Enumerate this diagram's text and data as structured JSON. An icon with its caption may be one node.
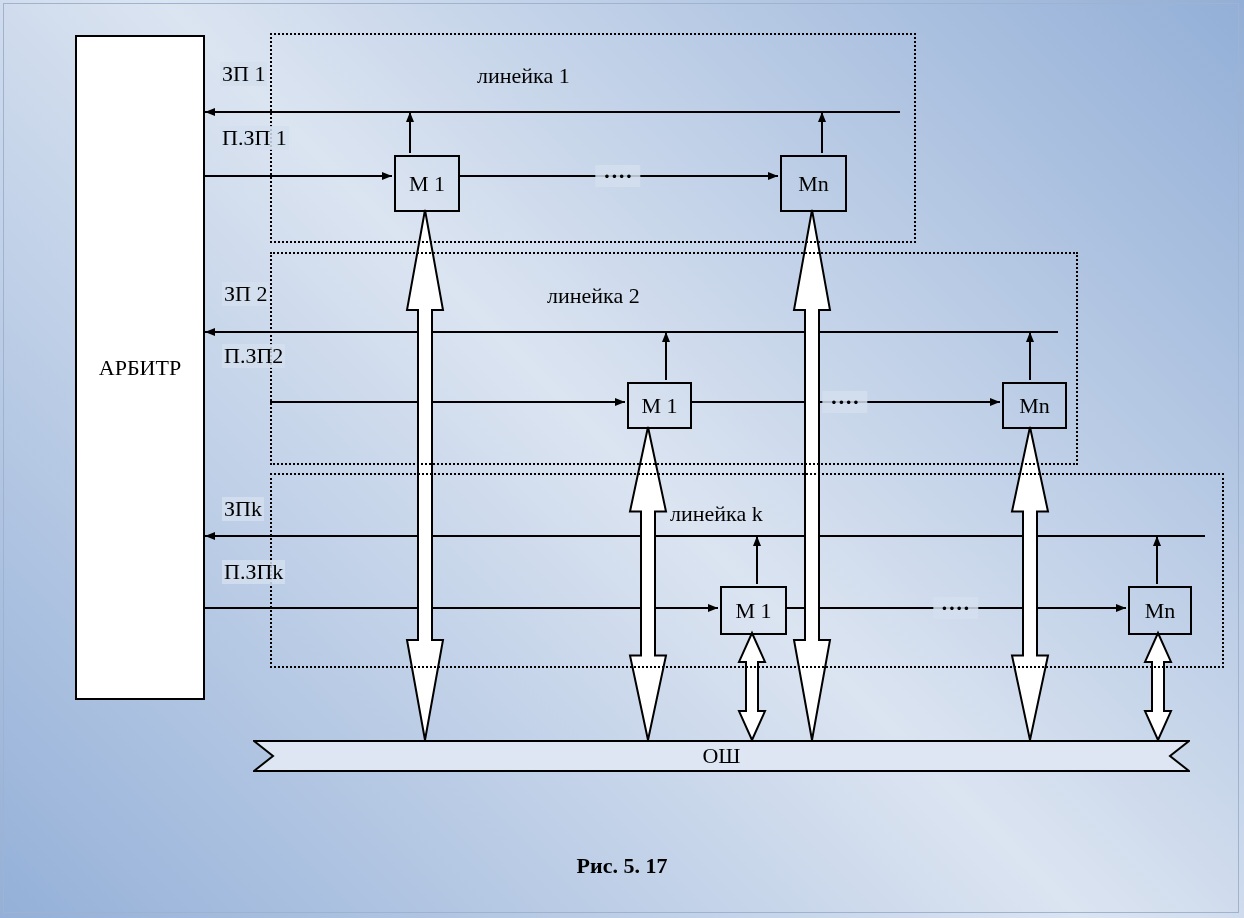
{
  "diagram": {
    "caption": "Рис. 5. 17",
    "nodes": [
      {
        "text": [
          "АРБИТР"
        ]
      },
      {
        "text": [
          "линейка 1"
        ]
      },
      {
        "text": [
          "M 1"
        ],
        "in": 1
      },
      {
        "text": [
          "Mn"
        ],
        "in": 1
      },
      {
        "text": [
          "линейка 2"
        ]
      },
      {
        "text": [
          "M 1"
        ],
        "in": 4
      },
      {
        "text": [
          "Mn"
        ],
        "in": 4
      },
      {
        "text": [
          "линейка k"
        ]
      },
      {
        "text": [
          "M 1"
        ],
        "in": 7
      },
      {
        "text": [
          "Mn"
        ],
        "in": 7
      },
      {
        "text": [
          "ОШ"
        ]
      }
    ],
    "edges": [
      {
        "from": null,
        "to": 0,
        "arrow": "to",
        "label": "ЗП 1"
      },
      {
        "from": 2,
        "to": null,
        "arrow": "to"
      },
      {
        "from": 3,
        "to": null,
        "arrow": "to"
      },
      {
        "from": 0,
        "to": 2,
        "arrow": "to",
        "label": "П.ЗП 1"
      },
      {
        "from": 2,
        "to": 3,
        "arrow": "to",
        "label": "····"
      },
      {
        "from": null,
        "to": 0,
        "arrow": "to",
        "label": "ЗП 2"
      },
      {
        "from": 5,
        "to": null,
        "arrow": "to"
      },
      {
        "from": 6,
        "to": null,
        "arrow": "to"
      },
      {
        "from": null,
        "to": 5,
        "arrow": "to",
        "label": "П.ЗП2"
      },
      {
        "from": 5,
        "to": 6,
        "arrow": "to",
        "label": "····"
      },
      {
        "from": null,
        "to": 0,
        "arrow": "to",
        "label": "ЗПk"
      },
      {
        "from": 8,
        "to": null,
        "arrow": "to"
      },
      {
        "from": 9,
        "to": null,
        "arrow": "to"
      },
      {
        "from": 0,
        "to": 8,
        "arrow": "to",
        "label": "П.ЗПk"
      },
      {
        "from": 8,
        "to": 9,
        "arrow": "to",
        "label": "····"
      },
      {
        "from": 2,
        "to": 10,
        "arrow": "both",
        "style": "thick"
      },
      {
        "from": 3,
        "to": 10,
        "arrow": "both",
        "style": "thick"
      },
      {
        "from": 5,
        "to": 10,
        "arrow": "both",
        "style": "thick"
      },
      {
        "from": 6,
        "to": 10,
        "arrow": "both",
        "style": "thick"
      },
      {
        "from": 8,
        "to": 10,
        "arrow": "both",
        "style": "thick"
      },
      {
        "from": 9,
        "to": 10,
        "arrow": "both",
        "style": "thick"
      }
    ]
  }
}
